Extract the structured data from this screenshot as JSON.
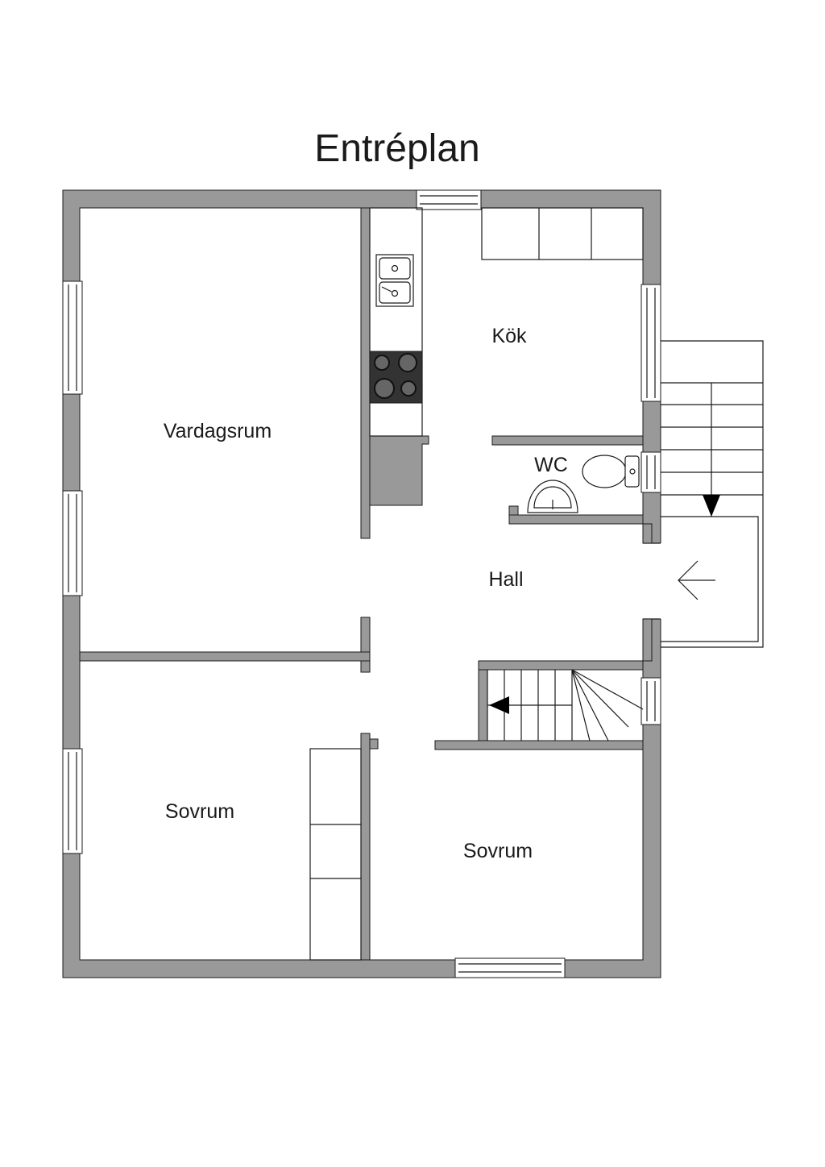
{
  "title": "Entréplan",
  "rooms": {
    "vardagsrum": "Vardagsrum",
    "kok": "Kök",
    "wc": "WC",
    "hall": "Hall",
    "sovrum_1": "Sovrum",
    "sovrum_2": "Sovrum"
  },
  "colors": {
    "wall_fill": "#999999",
    "line": "#1a1a1a",
    "background": "#ffffff"
  },
  "icons": [
    "sink-icon",
    "stove-icon",
    "toilet-icon",
    "washbasin-icon",
    "entrance-arrow-icon",
    "stair-down-arrow-icon"
  ]
}
